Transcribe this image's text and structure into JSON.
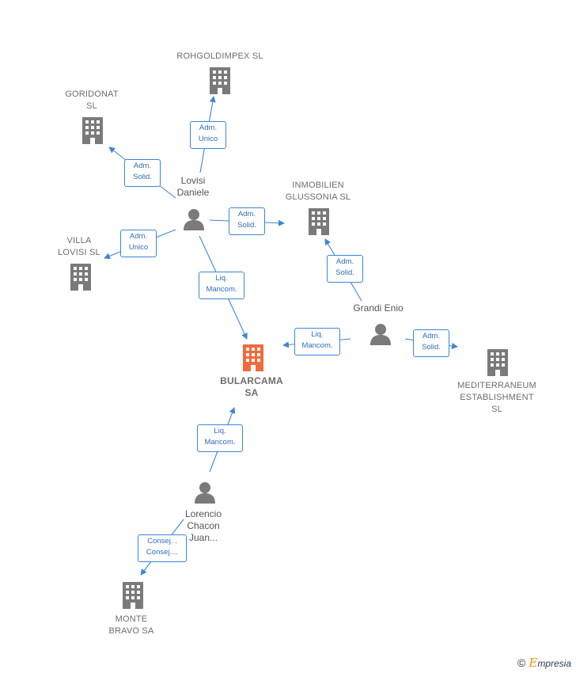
{
  "colors": {
    "link": "#3d85d8",
    "company": "#7a7a7a",
    "company_main": "#f26a3c",
    "person": "#7a7a7a"
  },
  "companies": {
    "rohgoldimpex": "ROHGOLDIMPEX SL",
    "goridonat": "GORIDONAT\nSL",
    "villa_lovisi": "VILLA\nLOVISI  SL",
    "inmobilien": "INMOBILIEN\nGLUSSONIA SL",
    "bularcama": "BULARCAMA\nSA",
    "mediterraneum": "MEDITERRANEUM\nESTABLISHMENT\nSL",
    "monte_bravo": "MONTE\nBRAVO SA"
  },
  "persons": {
    "lovisi": "Lovisi\nDaniele",
    "grandi": "Grandi Enio",
    "lorencio": "Lorencio\nChacon\nJuan..."
  },
  "relations": {
    "r_rohgold": "Adm.\nUnico",
    "r_goridonat": "Adm.\nSolid.",
    "r_villa": "Adm.\nUnico",
    "r_inmob_lovisi": "Adm.\nSolid.",
    "r_bular_lovisi": "Liq.\nMancom.",
    "r_inmob_grandi": "Adm.\nSolid.",
    "r_bular_grandi": "Liq.\nMancom.",
    "r_medit": "Adm.\nSolid.",
    "r_bular_lorencio": "Liq.\nMancom.",
    "r_monte": "Consej. .\nConsej...."
  },
  "brand": {
    "copyright": "©",
    "initial": "E",
    "name": "mpresia"
  }
}
